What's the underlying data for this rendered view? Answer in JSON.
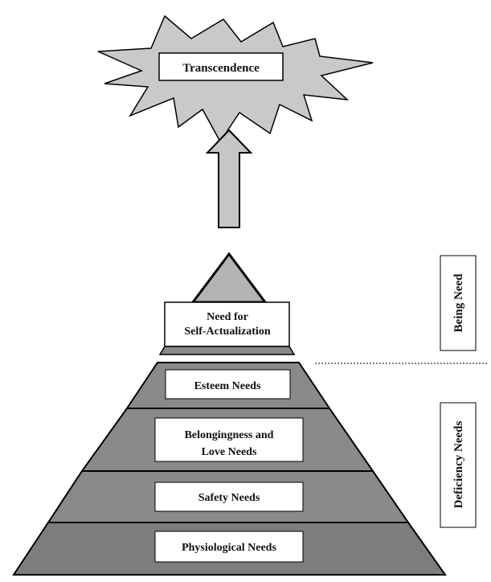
{
  "diagram": {
    "top": {
      "label": "Transcendence"
    },
    "peak": {
      "lines": [
        "Need for",
        "Self-Actualization"
      ]
    },
    "levels": [
      {
        "label_lines": [
          "Esteem Needs"
        ]
      },
      {
        "label_lines": [
          "Belongingness and",
          "Love Needs"
        ]
      },
      {
        "label_lines": [
          "Safety Needs"
        ]
      },
      {
        "label_lines": [
          "Physiological Needs"
        ]
      }
    ],
    "side_labels": {
      "being": "Being Need",
      "deficiency": "Deficiency Needs"
    }
  },
  "colors": {
    "star_fill": "#c9c9c9",
    "arrow_fill": "#c6c6c6",
    "peak_fill": "#b3b3b3",
    "pyramid_fill": "#8a8a8a",
    "pyramid_base_fill": "#7d7d7d",
    "outline": "#000000",
    "box_fill": "#ffffff"
  }
}
